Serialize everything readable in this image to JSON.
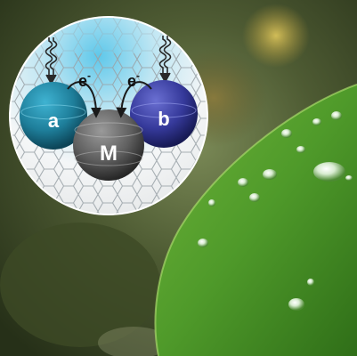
{
  "inset": {
    "spheres": [
      {
        "id": "a",
        "label": "a",
        "color": "#1e7e9a"
      },
      {
        "id": "m",
        "label": "M",
        "color": "#5e5e5e"
      },
      {
        "id": "b",
        "label": "b",
        "color": "#35399a"
      }
    ],
    "electron_labels": [
      {
        "id": "left",
        "text": "e",
        "superscript": "-"
      },
      {
        "id": "right",
        "text": "e",
        "superscript": "-"
      }
    ],
    "icons": [
      "light-wave-icon",
      "light-wave-icon",
      "electron-transfer-arrow",
      "electron-transfer-arrow"
    ]
  },
  "background": {
    "leaf_color": "#4f9a2a",
    "bokeh_colors": [
      "#7c8a55",
      "#c9b04a",
      "#8a7b3a"
    ]
  }
}
